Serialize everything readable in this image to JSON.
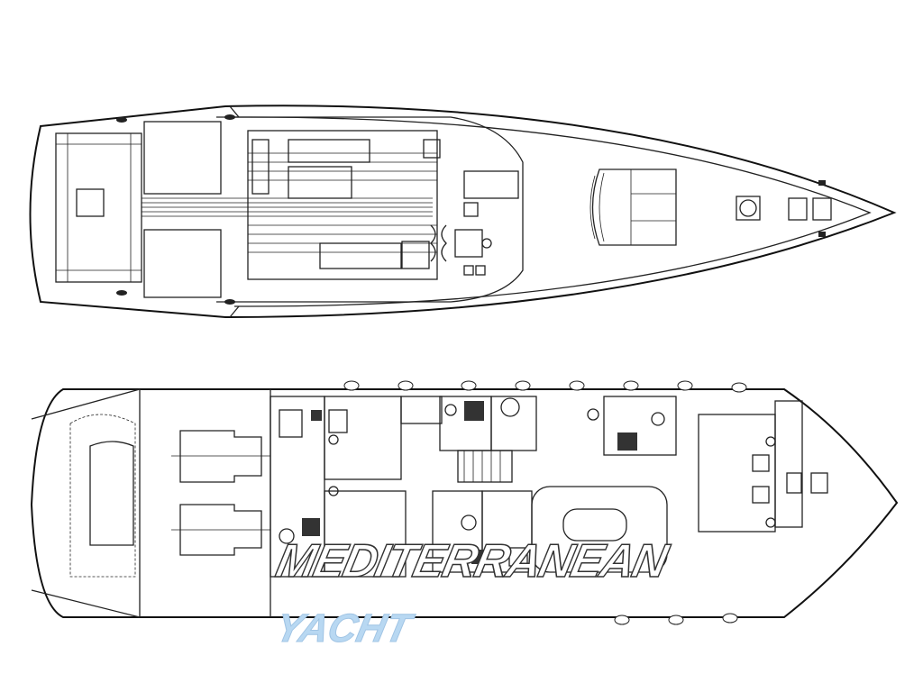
{
  "watermark": {
    "line1": "MEDITERRANEAN",
    "line2": "YACHT",
    "accent_color": "#b8d8f2"
  },
  "drawings": [
    {
      "view": "main-deck-plan"
    },
    {
      "view": "lower-deck-plan"
    }
  ]
}
